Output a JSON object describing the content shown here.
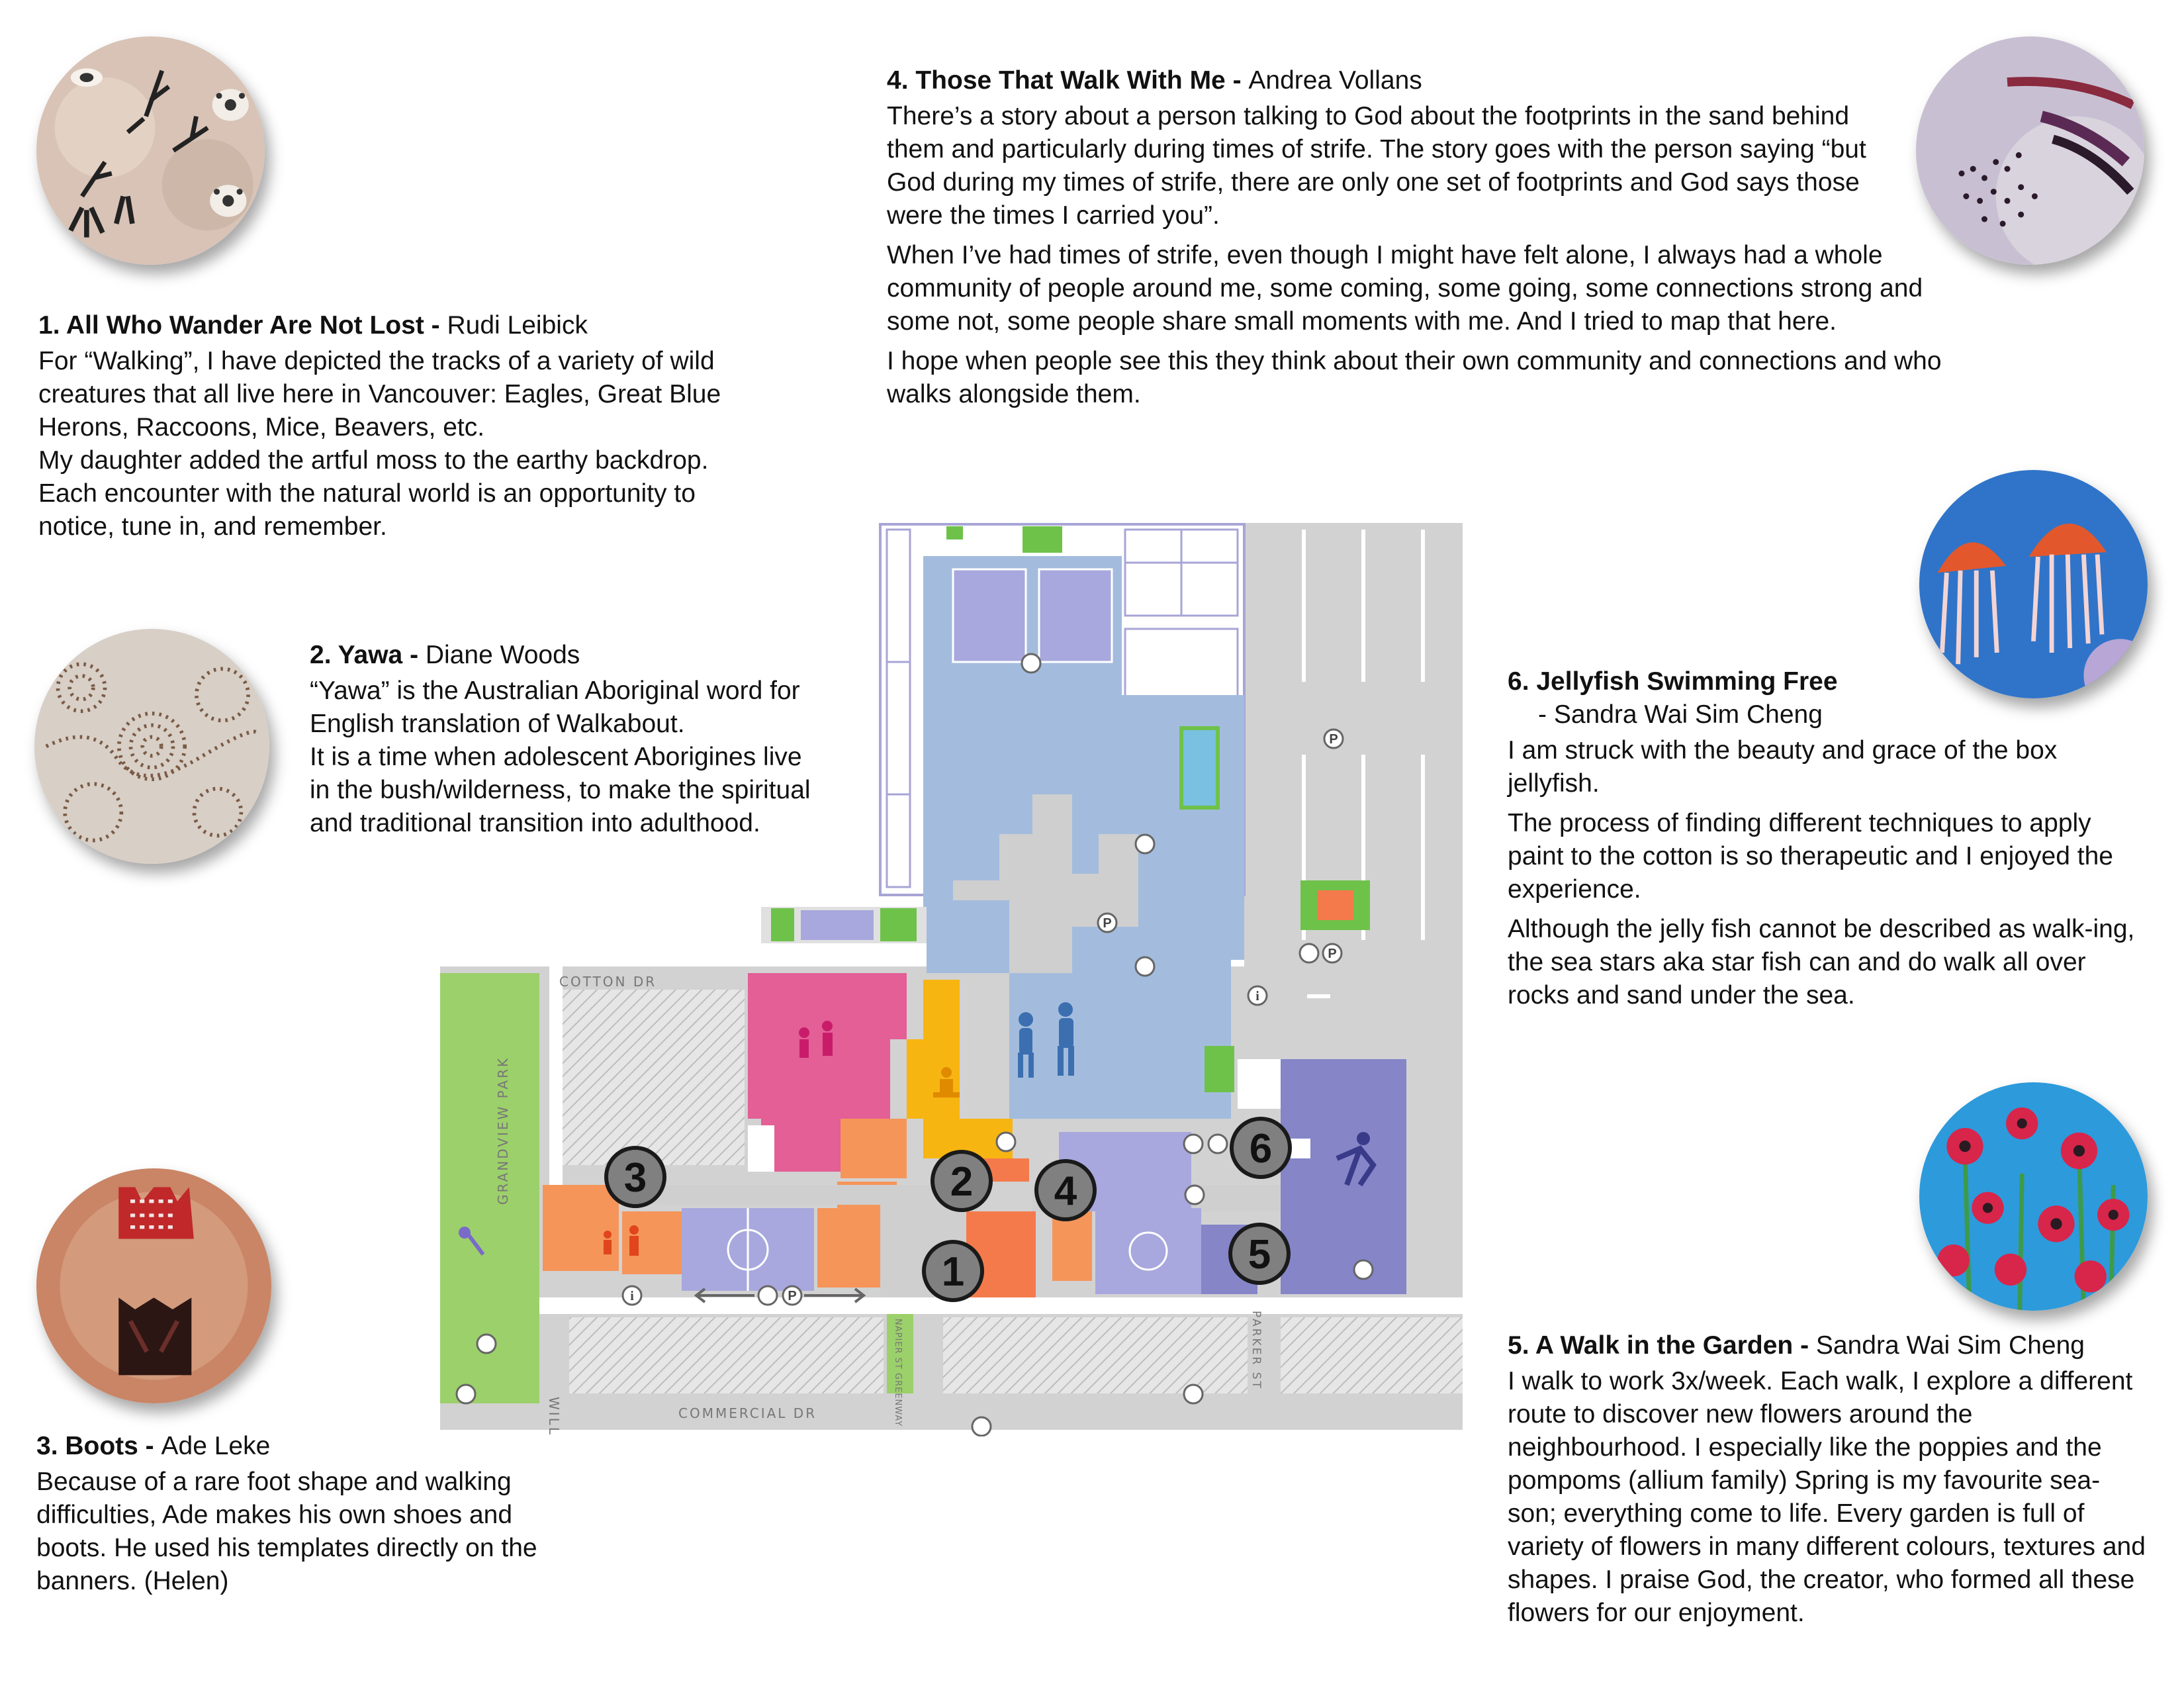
{
  "descriptions": [
    {
      "num_title": "1. All Who Wander Are Not Lost - ",
      "artist": "Rudi Leibick",
      "paragraphs": [
        "For “Walking”, I have depicted the tracks of a variety of wild creatures that all live here in Vancouver: Eagles, Great Blue Herons, Raccoons, Mice, Beavers, etc.",
        "My daughter added the artful moss to the earthy backdrop. Each encounter with the natural world is an opportunity to notice, tune in, and remember."
      ]
    },
    {
      "num_title": "2. Yawa - ",
      "artist": "Diane Woods",
      "paragraphs": [
        "“Yawa” is the Australian Aboriginal word for English translation of Walkabout.",
        "It is a time when adolescent Aborigines live in the bush/wilderness, to make the spiritual and traditional transition into adulthood."
      ]
    },
    {
      "num_title": "3. Boots - ",
      "artist": "Ade Leke",
      "paragraphs": [
        "Because of a rare foot shape and walking difficulties, Ade makes his own shoes and boots. He used his templates directly on the banners. (Helen)"
      ]
    },
    {
      "num_title": "4. Those That Walk With Me - ",
      "artist": "Andrea Vollans",
      "paragraphs": [
        "There’s a story about a person talking to God about the footprints in the sand behind them and particularly during times of strife. The story goes with the person saying “but God during my times of strife, there are only one set of footprints and God says those were the times I carried you”.",
        "When I’ve had times of strife, even though I might have felt alone, I always had a whole community of people around me, some coming, some going, some connections strong and some not, some people share small moments with me. And I tried to map that here.",
        "I hope when people see this they think about their own community and connections and who walks alongside them."
      ]
    },
    {
      "num_title": "5. A Walk in the Garden - ",
      "artist": "Sandra Wai Sim Cheng",
      "paragraphs": [
        "I walk to work 3x/week. Each walk, I explore a different route to discover new flowers around the neighbourhood. I especially like the poppies and the pompoms (allium family) Spring is my favourite sea-son; everything come to life. Every garden is full of variety of flowers in many different colours, textures and shapes. I praise God, the creator, who formed all these flowers for our enjoyment."
      ]
    },
    {
      "num_title": "6. Jellyfish Swimming Free",
      "artist": "- Sandra Wai Sim Cheng",
      "paragraphs": [
        "I am struck with the beauty and grace of the box jellyfish.",
        "The process of finding different techniques to apply paint to the cotton is so therapeutic and I enjoyed the experience.",
        "Although the jelly fish cannot be described as walk-ing, the sea stars aka star fish can and do walk all over rocks and sand under the sea."
      ]
    }
  ],
  "map": {
    "street_labels": {
      "cotton": "COTTON DR",
      "grandview": "GRANDVIEW PARK",
      "william": "WILLIAM ST",
      "commercial": "COMMERCIAL DR",
      "napier": "NAPIER ST GREENWAY",
      "parker": "PARKER ST"
    },
    "markers": [
      "1",
      "2",
      "3",
      "4",
      "5",
      "6"
    ],
    "parking_symbol": "P",
    "info_symbol": "i"
  },
  "thumbnails": [
    "animal-tracks-art",
    "aboriginal-dot-art",
    "boots-art",
    "footprints-art",
    "jellyfish-art",
    "poppies-art"
  ],
  "colors": {
    "pink": "#e35f96",
    "yellow": "#f7b512",
    "orange": "#f5955a",
    "purple": "#8585c8",
    "lavender": "#a8a8de",
    "blue": "#9cb6d9",
    "green": "#90c957",
    "gray": "#cfcfcf",
    "marker": "#808080"
  }
}
